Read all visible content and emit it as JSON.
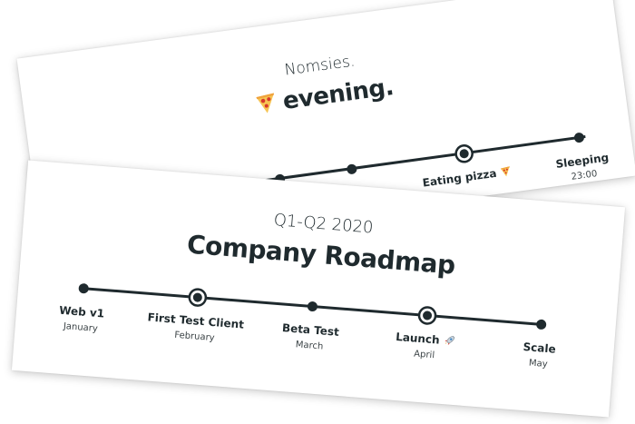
{
  "back_card": {
    "subtitle": "Nomsies.",
    "title": "evening.",
    "title_icon": "pizza-icon",
    "milestones": [
      {
        "label": "",
        "sub": "",
        "marker": "dot"
      },
      {
        "label": "",
        "sub": "",
        "marker": "dot"
      },
      {
        "label": "Eating pizza",
        "sub": "",
        "marker": "ring",
        "icon": "pizza-icon"
      },
      {
        "label": "Sleeping",
        "sub": "23:00",
        "marker": "dot"
      }
    ]
  },
  "front_card": {
    "subtitle": "Q1-Q2 2020",
    "title": "Company Roadmap",
    "milestones": [
      {
        "label": "Web v1",
        "sub": "January",
        "marker": "dot"
      },
      {
        "label": "First Test Client",
        "sub": "February",
        "marker": "ring"
      },
      {
        "label": "Beta Test",
        "sub": "March",
        "marker": "dot"
      },
      {
        "label": "Launch",
        "sub": "April",
        "marker": "ring",
        "icon": "rocket-icon"
      },
      {
        "label": "Scale",
        "sub": "May",
        "marker": "dot"
      }
    ]
  },
  "colors": {
    "ink": "#1f2a2e",
    "card": "#ffffff",
    "pizza_crust": "#f0a23b",
    "pizza_cheese": "#f6c453",
    "pepperoni": "#d8392b"
  }
}
